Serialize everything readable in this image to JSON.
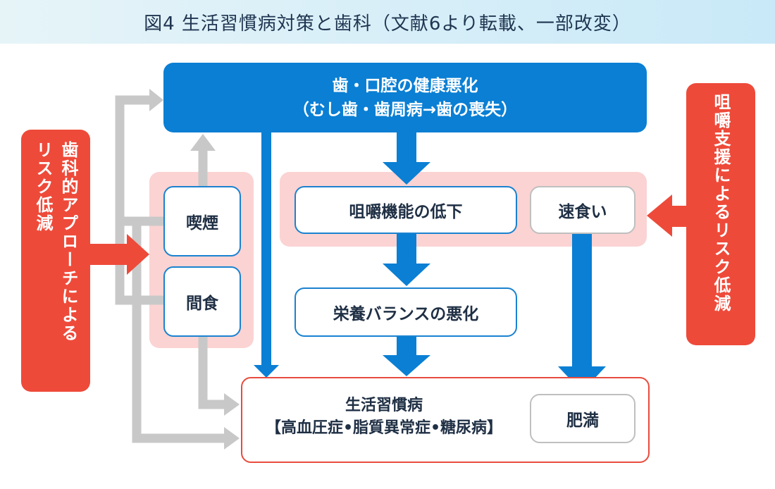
{
  "title": "図4 生活習慣病対策と歯科（文献6より転載、一部改変）",
  "top_box": {
    "line1": "歯・口腔の健康悪化",
    "line2": "（むし歯・歯周病→歯の喪失）"
  },
  "boxes": {
    "smoking": "喫煙",
    "snacking": "間食",
    "mastication_decline": "咀嚼機能の低下",
    "fast_eating": "速食い",
    "nutrition_worsening": "栄養バランスの悪化",
    "obesity": "肥満"
  },
  "lifestyle": {
    "line1": "生活習慣病",
    "line2": "【高血圧症•脂質異常症•糖尿病】"
  },
  "left_label": {
    "col1": "歯科的アプローチによる",
    "col2": "リスク低減"
  },
  "right_label": {
    "col1": "咀嚼支援によるリスク低減"
  },
  "colors": {
    "blue": "#0a7fd4",
    "red": "#ee4a3a",
    "pink": "#fbd3d3",
    "gray": "#c8c8c8"
  }
}
